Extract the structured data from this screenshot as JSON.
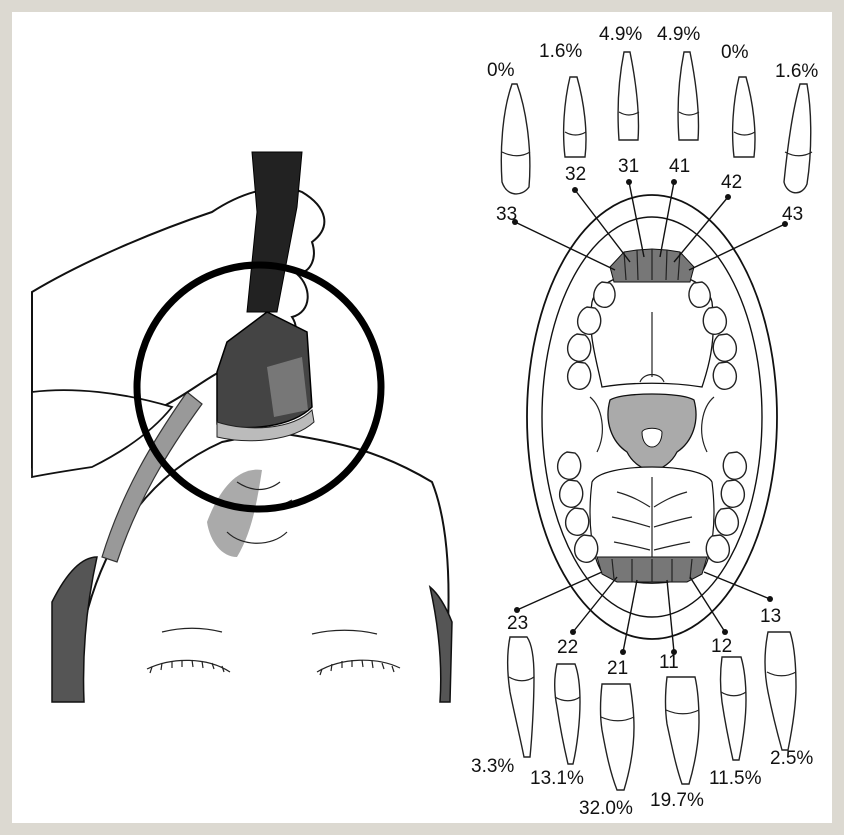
{
  "figure": {
    "lower_teeth": [
      {
        "code": "33",
        "percent": "0%"
      },
      {
        "code": "32",
        "percent": "1.6%"
      },
      {
        "code": "31",
        "percent": "4.9%"
      },
      {
        "code": "41",
        "percent": "4.9%"
      },
      {
        "code": "42",
        "percent": "0%"
      },
      {
        "code": "43",
        "percent": "1.6%"
      }
    ],
    "upper_teeth": [
      {
        "code": "23",
        "percent": "3.3%"
      },
      {
        "code": "22",
        "percent": "13.1%"
      },
      {
        "code": "21",
        "percent": "32.0%"
      },
      {
        "code": "11",
        "percent": "19.7%"
      },
      {
        "code": "12",
        "percent": "11.5%"
      },
      {
        "code": "13",
        "percent": "2.5%"
      }
    ]
  }
}
